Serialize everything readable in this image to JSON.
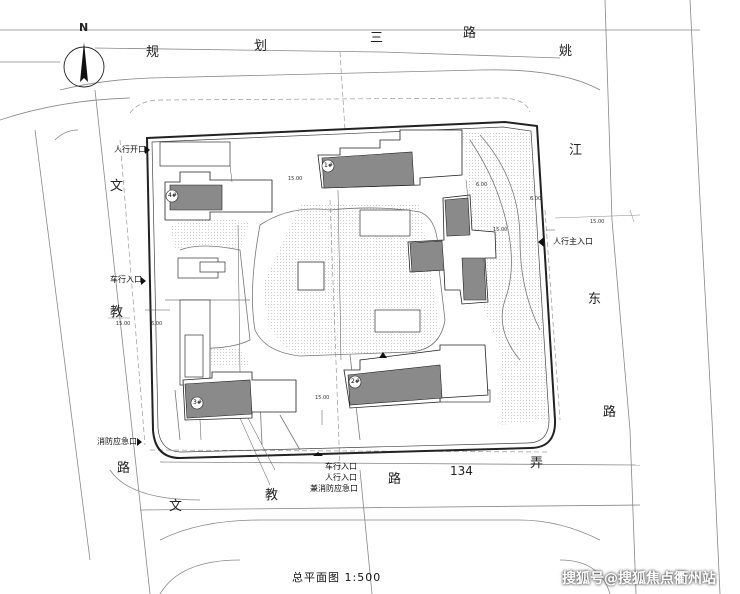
{
  "north": "N",
  "roads": {
    "guihua_san_lu": [
      "规",
      "划",
      "三",
      "路"
    ],
    "yaojiang_dong_lu": [
      "姚",
      "江",
      "东",
      "路"
    ],
    "wenjiao_lu_left": [
      "文",
      "教",
      "路"
    ],
    "wenjiao_lu_bottom": [
      "路",
      "文",
      "教",
      "路"
    ],
    "lane": [
      "134",
      "弄"
    ]
  },
  "entrances": {
    "pedestrian_top_left": "人行开口",
    "vehicle_left": "车行入口",
    "fire_left": "消防应急口",
    "pedestrian_main": "人行主入口",
    "bottom": [
      "车行入口",
      "人行入口",
      "兼消防应急口"
    ]
  },
  "buildings": {
    "b4": "4#",
    "b1": "1#",
    "b3": "3#",
    "b2": "2#"
  },
  "dims": {
    "d1": "15.00",
    "d2": "15.00",
    "d3": "6.00",
    "d4": "15.00",
    "d5": "6.00",
    "d6": "15.00",
    "d7": "6.00",
    "d8": "15.00"
  },
  "title": "总平面图   1:500",
  "watermark": "搜狐号@搜狐焦点衢州站"
}
